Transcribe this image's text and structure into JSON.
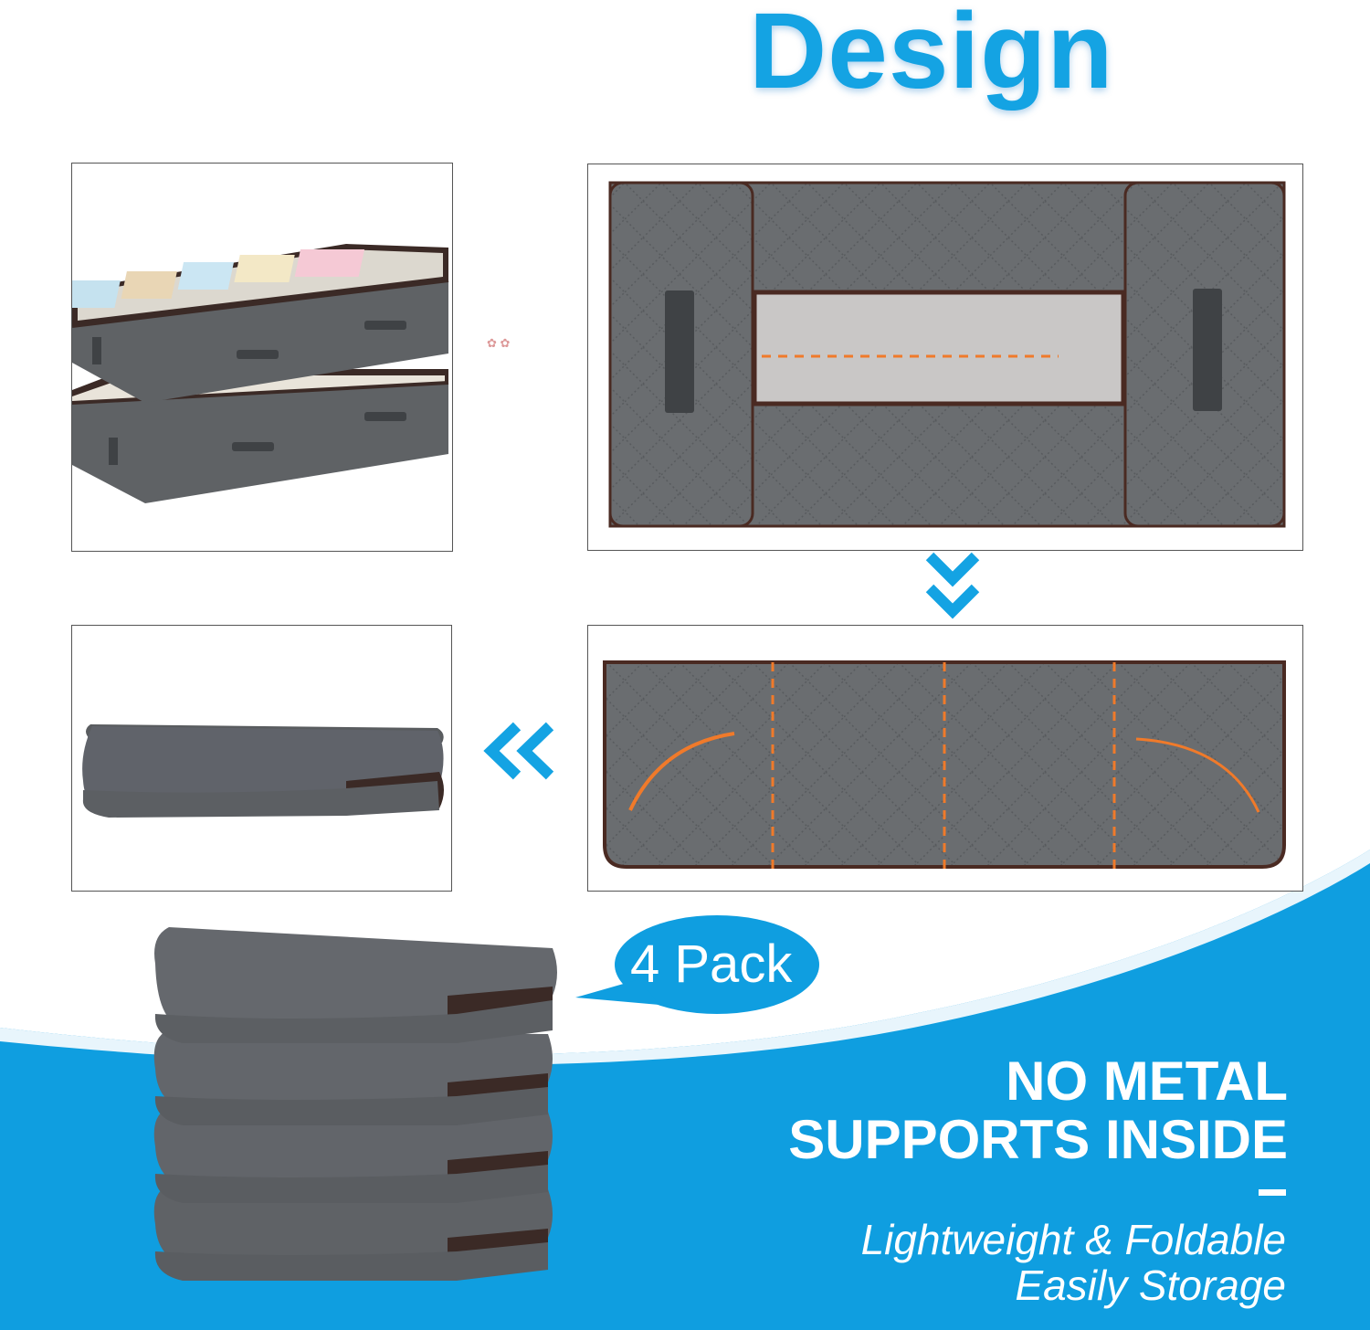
{
  "title": "Design",
  "badge": {
    "label": "4 Pack"
  },
  "headline": {
    "line1": "NO METAL",
    "line2": "SUPPORTS INSIDE"
  },
  "subline": {
    "line1": "Lightweight & Foldable",
    "line2": "Easily Storage"
  },
  "colors": {
    "accent_blue": "#14a3e3",
    "fabric_gray": "#6a6d70",
    "trim_brown": "#4a2a22",
    "fold_orange": "#f07a2a"
  },
  "icons": [
    "chevron-down-double-icon",
    "chevron-left-double-icon"
  ]
}
